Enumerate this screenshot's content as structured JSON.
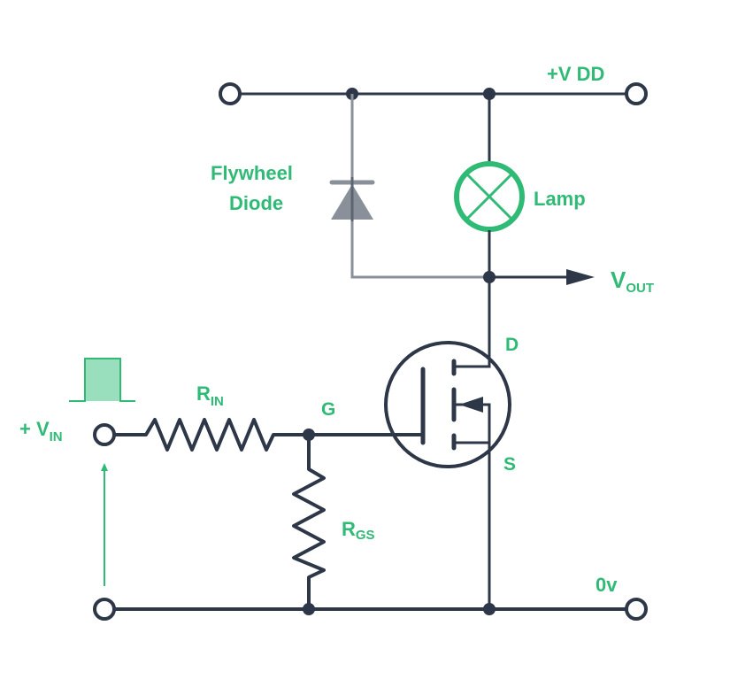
{
  "diagram": {
    "title": "MOSFET lamp switch circuit with flywheel diode",
    "colors": {
      "wire": "#2d3748",
      "accent": "#2fba76",
      "diode": "#8a9099",
      "pulse_fill": "#9adfbd"
    },
    "labels": {
      "vdd": "+V DD",
      "flywheel_line1": "Flywheel",
      "flywheel_line2": "Diode",
      "lamp": "Lamp",
      "vout_main": "V",
      "vout_sub": "OUT",
      "drain": "D",
      "gate": "G",
      "source": "S",
      "rin_main": "R",
      "rin_sub": "IN",
      "rgs_main": "R",
      "rgs_sub": "GS",
      "vin_main": "+ V",
      "vin_sub": "IN",
      "ground": "0v"
    },
    "components": [
      "terminal-vdd-left",
      "terminal-vdd-right",
      "flywheel-diode",
      "lamp",
      "mosfet",
      "resistor-rin",
      "resistor-rgs",
      "terminal-vin",
      "terminal-ground-left",
      "terminal-ground-right",
      "vout-arrow",
      "input-pulse"
    ]
  }
}
